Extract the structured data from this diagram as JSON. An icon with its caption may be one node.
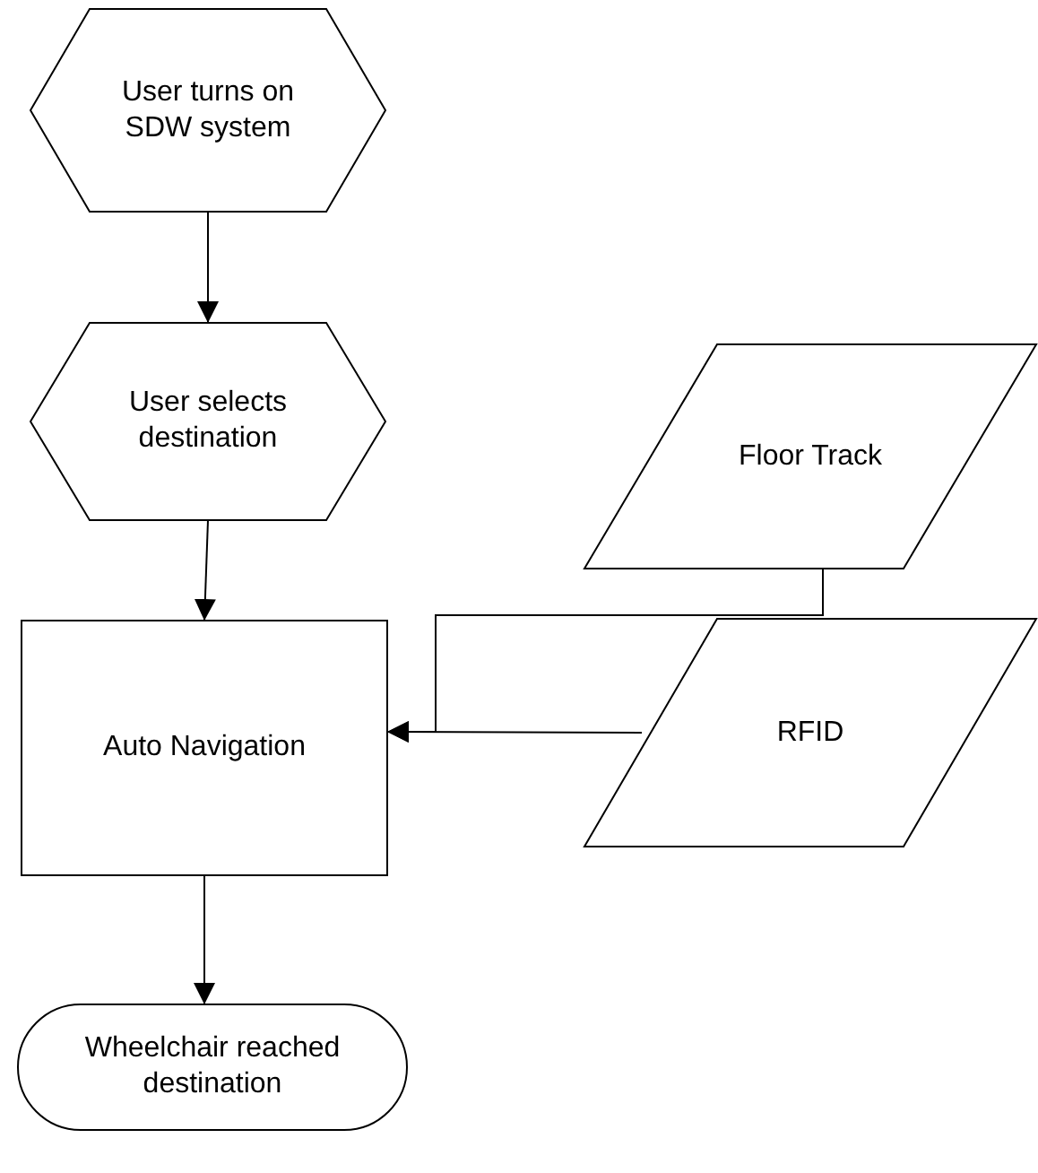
{
  "diagram": {
    "nodes": [
      {
        "text": [
          "User turns on SDW system"
        ]
      },
      {
        "text": [
          "User selects destination"
        ]
      },
      {
        "text": [
          "Floor Track"
        ]
      },
      {
        "text": [
          "Auto Navigation"
        ]
      },
      {
        "text": [
          "RFID"
        ]
      },
      {
        "text": [
          "Wheelchair reached destination"
        ]
      }
    ],
    "edges": [
      {
        "from": 0,
        "to": 1,
        "arrow": "to"
      },
      {
        "from": 1,
        "to": 3,
        "arrow": "to"
      },
      {
        "from": 2,
        "to": 3,
        "arrow": "to"
      },
      {
        "from": 4,
        "to": 3,
        "arrow": "to"
      },
      {
        "from": 3,
        "to": 5,
        "arrow": "to"
      }
    ]
  }
}
